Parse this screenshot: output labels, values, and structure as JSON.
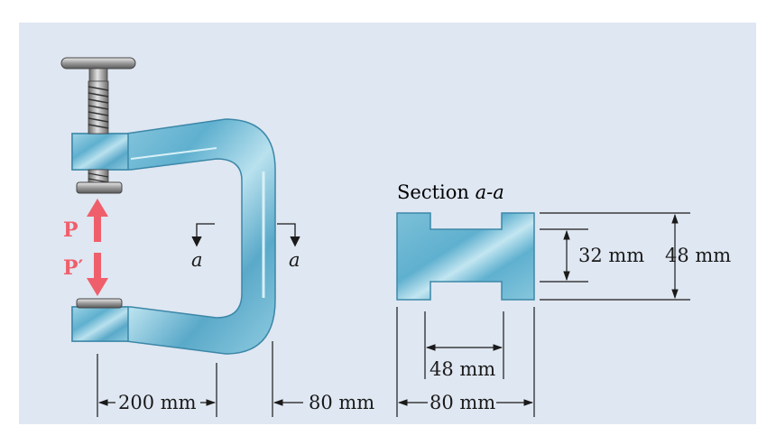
{
  "colors": {
    "panel": "#dfe7f2",
    "steel": "#5fb0cf",
    "steel_light": "#b9e1ee",
    "force_arrow": "#ef5f6b",
    "line": "#1a1a1a"
  },
  "icons": {
    "screw": "threaded-screw-icon",
    "force_up": "arrow-up-icon",
    "force_down": "arrow-down-icon"
  },
  "labels": {
    "section_title_prefix": "Section ",
    "section_title_italic": "a-a",
    "section_mark_left": "a",
    "section_mark_right": "a",
    "force_p": "P",
    "force_p_prime": "P′"
  },
  "dimensions": {
    "d200": "200 mm",
    "d80_gap": "80 mm",
    "d80_width": "80 mm",
    "d48_web": "48 mm",
    "d32_height": "32 mm",
    "d48_height": "48 mm"
  }
}
